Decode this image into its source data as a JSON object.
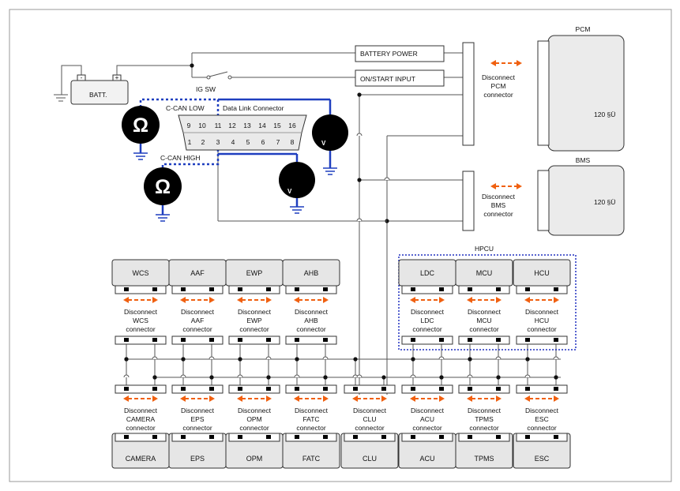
{
  "labels": {
    "battery": "BATT.",
    "plus": "+",
    "minus": "-",
    "ig_sw": "IG SW",
    "battery_power": "BATTERY POWER",
    "on_start_input": "ON/START INPUT",
    "c_can_low": "C-CAN LOW",
    "c_can_high": "C-CAN HIGH",
    "dlc": "Data Link Connector",
    "ohm": "Ω",
    "volt": "V",
    "pcm": "PCM",
    "bms": "BMS",
    "hpcu": "HPCU",
    "resistor": "120 §Ü"
  },
  "dlc_pins_top": [
    "9",
    "10",
    "11",
    "12",
    "13",
    "14",
    "15",
    "16"
  ],
  "dlc_pins_bottom": [
    "1",
    "2",
    "3",
    "4",
    "5",
    "6",
    "7",
    "8"
  ],
  "disconnect_pcm": [
    "Disconnect",
    "PCM",
    "connector"
  ],
  "disconnect_bms": [
    "Disconnect",
    "BMS",
    "connector"
  ],
  "top_modules": [
    {
      "name": "WCS",
      "disc": [
        "Disconnect",
        "WCS",
        "connector"
      ]
    },
    {
      "name": "AAF",
      "disc": [
        "Disconnect",
        "AAF",
        "connector"
      ]
    },
    {
      "name": "EWP",
      "disc": [
        "Disconnect",
        "EWP",
        "connector"
      ]
    },
    {
      "name": "AHB",
      "disc": [
        "Disconnect",
        "AHB",
        "connector"
      ]
    },
    {
      "name": "LDC",
      "disc": [
        "Disconnect",
        "LDC",
        "connector"
      ]
    },
    {
      "name": "MCU",
      "disc": [
        "Disconnect",
        "MCU",
        "connector"
      ]
    },
    {
      "name": "HCU",
      "disc": [
        "Disconnect",
        "HCU",
        "connector"
      ]
    }
  ],
  "bottom_modules": [
    {
      "name": "CAMERA",
      "disc": [
        "Disconnect",
        "CAMERA",
        "connector"
      ]
    },
    {
      "name": "EPS",
      "disc": [
        "Disconnect",
        "EPS",
        "connector"
      ]
    },
    {
      "name": "OPM",
      "disc": [
        "Disconnect",
        "OPM",
        "connector"
      ]
    },
    {
      "name": "FATC",
      "disc": [
        "Disconnect",
        "FATC",
        "connector"
      ]
    },
    {
      "name": "CLU",
      "disc": [
        "Disconnect",
        "CLU",
        "connector"
      ]
    },
    {
      "name": "ACU",
      "disc": [
        "Disconnect",
        "ACU",
        "connector"
      ]
    },
    {
      "name": "TPMS",
      "disc": [
        "Disconnect",
        "TPMS",
        "connector"
      ]
    },
    {
      "name": "ESC",
      "disc": [
        "Disconnect",
        "ESC",
        "connector"
      ]
    }
  ],
  "colors": {
    "wire": "#555555",
    "can_blue": "#1f3fbf",
    "arrow": "#f06010",
    "module_fill": "#e6e6e6",
    "hpcu_border": "#2030c0",
    "ground_blue": "#1f3fbf"
  }
}
